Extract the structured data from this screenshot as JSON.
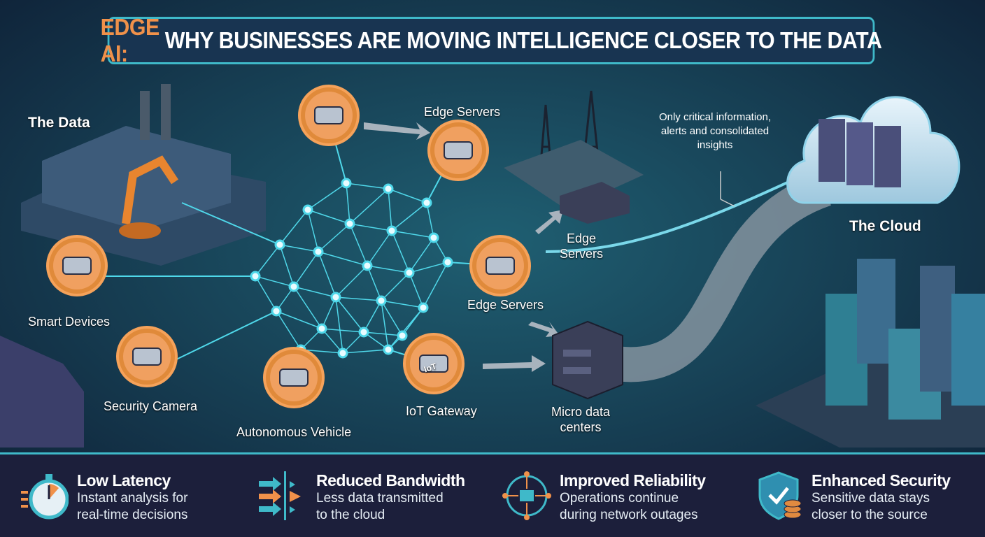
{
  "title": {
    "accent": "EDGE AI:",
    "rest": " WHY BUSINESSES ARE MOVING INTELLIGENCE CLOSER TO THE DATA"
  },
  "labels": {
    "the_data": "The Data",
    "smart_devices": "Smart Devices",
    "security_camera": "Security Camera",
    "autonomous_vehicle": "Autonomous Vehicle",
    "iot_gateway": "IoT Gateway",
    "iot_chip": "IoT",
    "edge_servers_top": "Edge Servers",
    "edge_servers_mid": "Edge Servers",
    "edge_servers_right": "Edge\nServers",
    "micro_data_centers": "Micro data\ncenters",
    "cloud_note": "Only critical information, alerts and consolidated insights",
    "the_cloud": "The Cloud"
  },
  "features": [
    {
      "icon": "stopwatch-icon",
      "title": "Low Latency",
      "line1": "Instant analysis for",
      "line2": "real-time decisions"
    },
    {
      "icon": "bandwidth-arrows-icon",
      "title": "Reduced Bandwidth",
      "line1": "Less data transmitted",
      "line2": "to the cloud"
    },
    {
      "icon": "network-chip-icon",
      "title": "Improved Reliability",
      "line1": "Operations continue",
      "line2": "during network outages"
    },
    {
      "icon": "shield-check-icon",
      "title": "Enhanced Security",
      "line1": "Sensitive data stays",
      "line2": "closer to the source"
    }
  ],
  "colors": {
    "accent": "#f0914a",
    "cyan": "#3fb9c9",
    "bg": "#0f2238"
  }
}
